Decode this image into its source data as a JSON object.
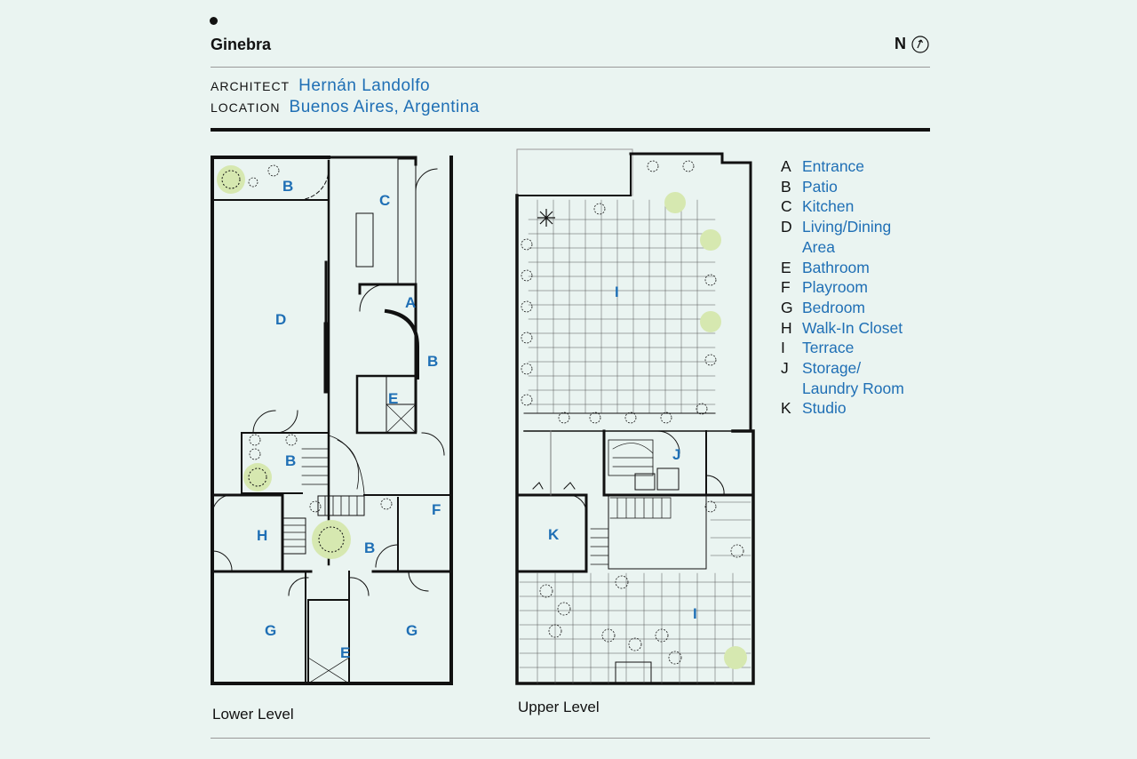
{
  "header": {
    "title": "Ginebra",
    "north_label": "N"
  },
  "meta": {
    "architect_label": "ARCHITECT",
    "architect_value": "Hernán Landolfo",
    "location_label": "LOCATION",
    "location_value": "Buenos Aires, Argentina"
  },
  "levels": {
    "lower": "Lower Level",
    "upper": "Upper Level"
  },
  "room_labels": {
    "A": "A",
    "B": "B",
    "C": "C",
    "D": "D",
    "E": "E",
    "F": "F",
    "G": "G",
    "H": "H",
    "I": "I",
    "J": "J",
    "K": "K"
  },
  "legend": [
    {
      "key": "A",
      "label": "Entrance"
    },
    {
      "key": "B",
      "label": "Patio"
    },
    {
      "key": "C",
      "label": "Kitchen"
    },
    {
      "key": "D",
      "label": "Living/Dining Area"
    },
    {
      "key": "E",
      "label": "Bathroom"
    },
    {
      "key": "F",
      "label": "Playroom"
    },
    {
      "key": "G",
      "label": "Bedroom"
    },
    {
      "key": "H",
      "label": "Walk-In Closet"
    },
    {
      "key": "I",
      "label": "Terrace"
    },
    {
      "key": "J",
      "label": "Storage/ Laundry Room"
    },
    {
      "key": "K",
      "label": "Studio"
    }
  ],
  "colors": {
    "background": "#eaf4f1",
    "accent": "#1f6fb5",
    "wall": "#111111",
    "tree": "#d6e8b0"
  }
}
